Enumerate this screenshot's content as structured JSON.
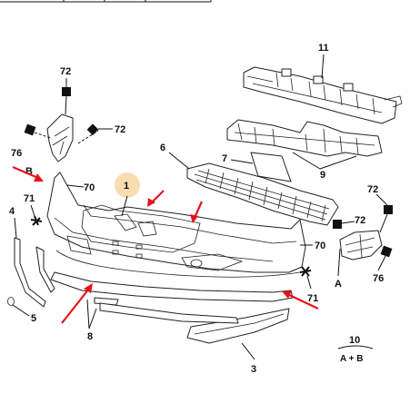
{
  "labels": {
    "l1": "1",
    "l3": "3",
    "l4": "4",
    "l5": "5",
    "l6": "6",
    "l7": "7",
    "l8": "8",
    "l9": "9",
    "l10": "10",
    "l10_sub": "A + B",
    "l11": "11",
    "l70_left": "70",
    "l70_right": "70",
    "l71_left": "71",
    "l71_right": "71",
    "l72_topleft": "72",
    "l72_left": "72",
    "l72_right_top": "72",
    "l72_right": "72",
    "l76_left": "76",
    "l76_right": "76",
    "lA": "A",
    "lB": "B"
  },
  "colors": {
    "highlight_circle": "#f8ddb0",
    "arrow": "#e3141c",
    "line": "#222222"
  }
}
